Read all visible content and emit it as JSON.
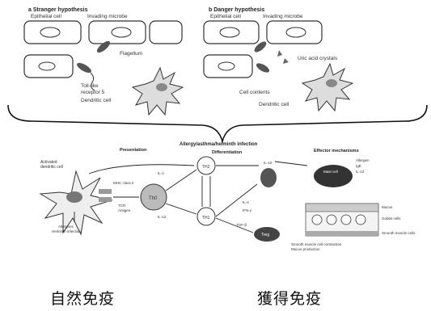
{
  "top": {
    "panel_a": {
      "title": "a  Stranger hypothesis",
      "labels": {
        "epithelial": "Epithelial cell",
        "microbe": "Invading microbe",
        "flagellum": "Flagellum",
        "tlr": "Toll-like",
        "tlr2": "receptor 5",
        "dendritic": "Dendritic cell"
      }
    },
    "panel_b": {
      "title": "b  Danger hypothesis",
      "labels": {
        "epithelial": "Epithelial cell",
        "microbe": "Invading microbe",
        "uric": "Uric acid crystals",
        "contents": "Cell contents",
        "dendritic": "Dendritic cell"
      }
    }
  },
  "bottom": {
    "header_allergy": "Allergy/asthma/helminth infection",
    "col_presentation": "Presentation",
    "col_differentiation": "Differentiation",
    "col_effector": "Effector mechanisms",
    "labels": {
      "activated_dc": "Activated",
      "activated_dc2": "dendritic cell",
      "mhc": "MHC class II",
      "tcr": "TCR",
      "antigen": "Antigen",
      "th0": "Th0",
      "th2": "TH2",
      "th1": "TH1",
      "treg": "Treg",
      "il4": "IL-4",
      "il12": "IL-12",
      "il4b": "IL-4",
      "ifn": "IFN-γ",
      "tgf": "TGF-β",
      "il10": "IL-10",
      "mast": "Mast cell",
      "allergen": "Allergen",
      "ige": "IgE",
      "il13": "IL-13",
      "mucus": "Mucus",
      "goblet": "Goblet cells",
      "smooth": "Smooth muscle cells",
      "bottom_note": "Smooth muscle cell contraction",
      "bottom_note2": "Mucus production",
      "allergens_in": "Allergens",
      "helminth_in": "Helminth infection"
    }
  },
  "captions": {
    "left": "自然免疫",
    "right": "獲得免疫"
  }
}
